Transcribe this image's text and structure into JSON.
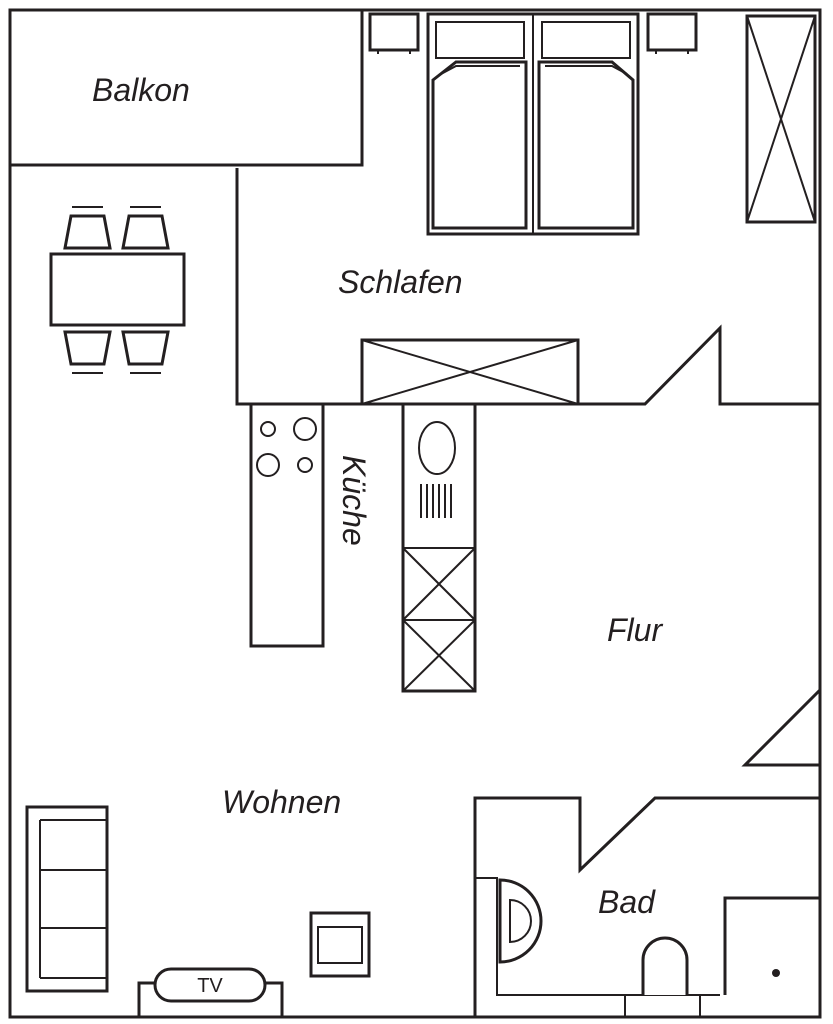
{
  "labels": {
    "balkon": "Balkon",
    "schlafen": "Schlafen",
    "kueche": "Küche",
    "flur": "Flur",
    "wohnen": "Wohnen",
    "bad": "Bad",
    "tv": "TV"
  },
  "colors": {
    "line": "#231f20",
    "background": "#ffffff"
  }
}
